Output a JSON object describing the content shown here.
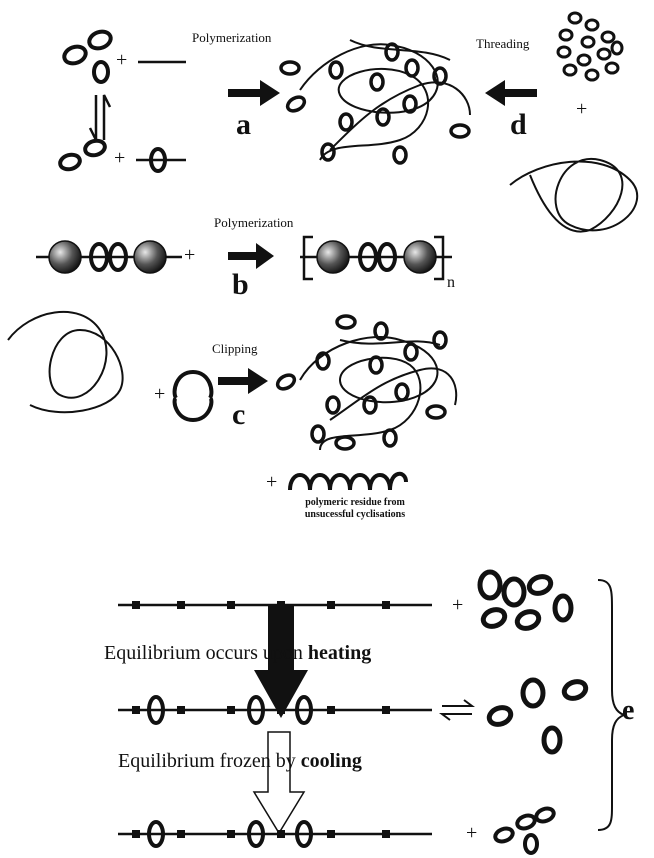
{
  "section_a": {
    "label": "Polymerization",
    "letter": "a",
    "plus_top": "+",
    "plus_bottom": "+"
  },
  "section_d": {
    "label": "Threading",
    "letter": "d",
    "plus": "+"
  },
  "section_b": {
    "label": "Polymerization",
    "letter": "b",
    "plus": "+",
    "subscript": "n"
  },
  "section_c": {
    "label": "Clipping",
    "letter": "c",
    "plus_left": "+",
    "plus_residue": "+",
    "residue_caption_line1": "polymeric residue from",
    "residue_caption_line2": "unsucessful cyclisations"
  },
  "section_e": {
    "letter": "e",
    "heating_text": "Equilibrium occurs upon ",
    "heating_bold": "heating",
    "cooling_text": "Equilibrium frozen by ",
    "cooling_bold": "cooling",
    "plus_top": "+",
    "plus_bottom": "+"
  }
}
